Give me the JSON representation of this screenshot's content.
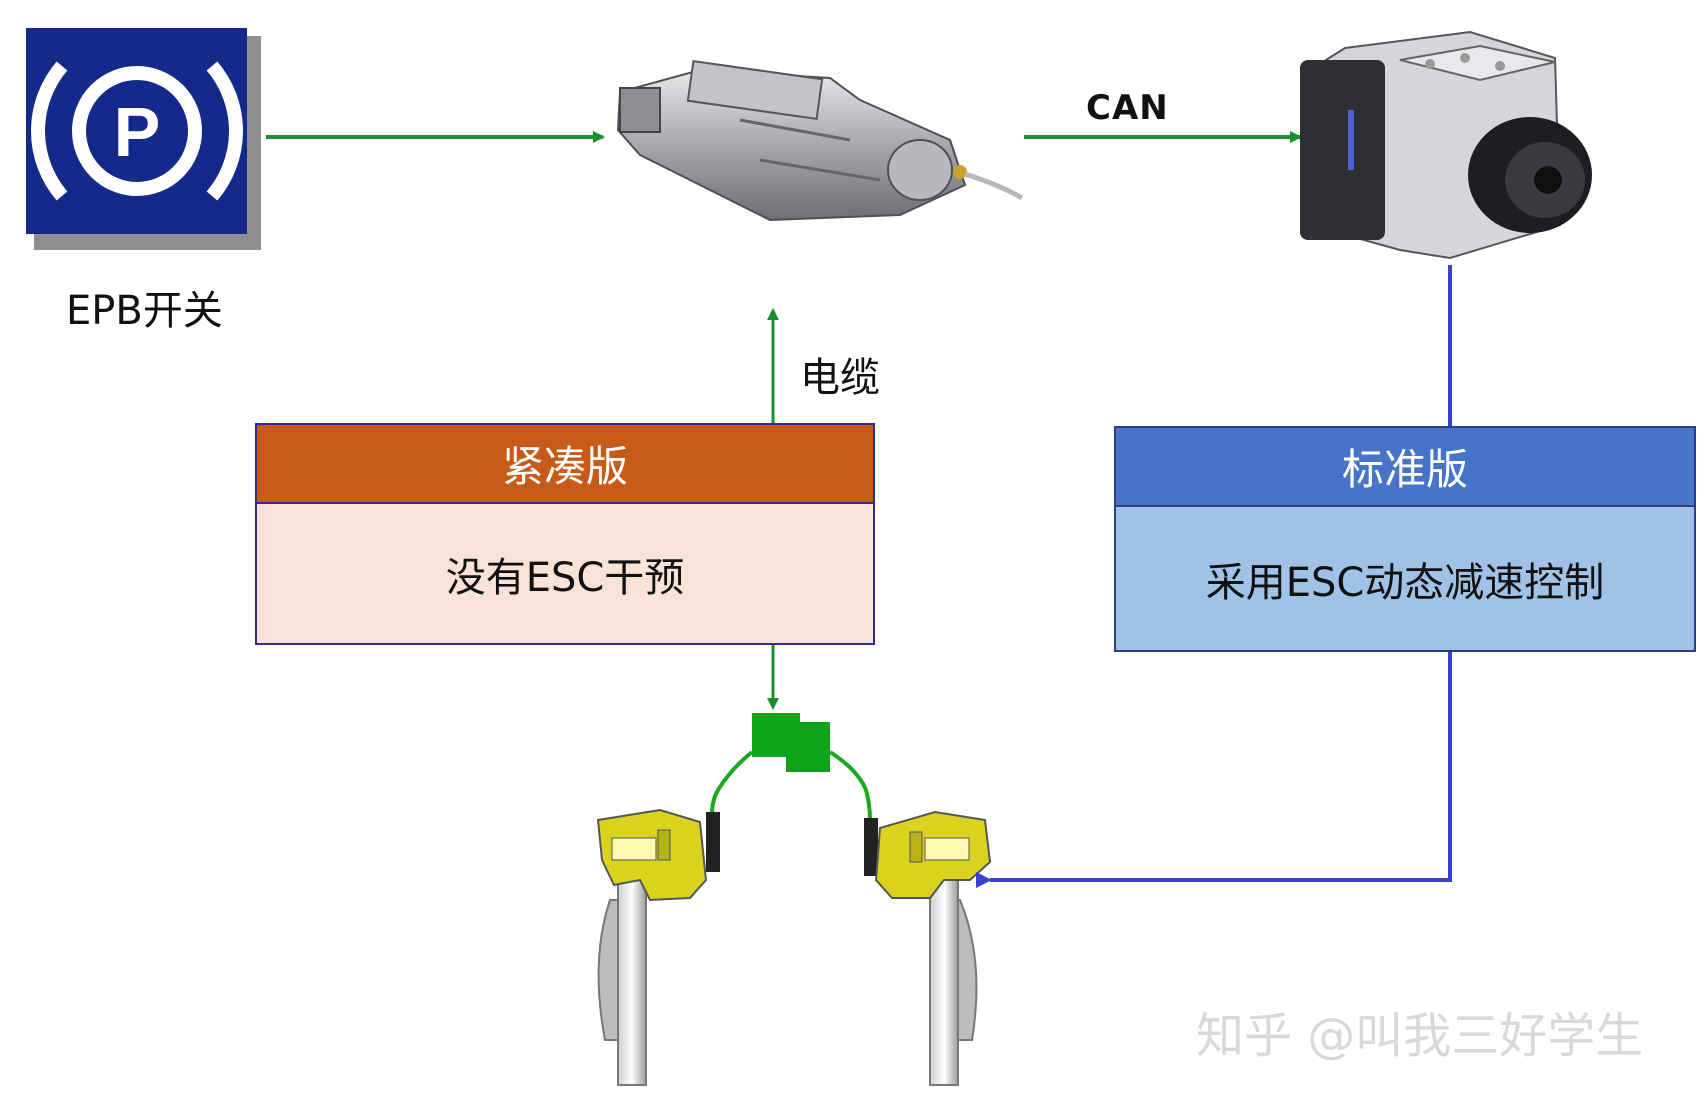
{
  "epb_switch": {
    "label": "EPB开关",
    "symbol_letter": "P",
    "icon": "parking-brake-icon"
  },
  "connections": {
    "can_label": "CAN",
    "cable_label": "电缆"
  },
  "compact_version": {
    "title": "紧凑版",
    "description": "没有ESC干预"
  },
  "standard_version": {
    "title": "标准版",
    "description": "采用ESC动态减速控制"
  },
  "watermark": "知乎 @叫我三好学生",
  "colors": {
    "green_arrow": "#1a8f2e",
    "blue_line": "#3b3fd0",
    "compact_header": "#c65a16",
    "compact_body": "#f9e3d8",
    "standard_header": "#4674c8",
    "standard_body": "#9fc2e6",
    "caliper_yellow": "#d9d21e",
    "epb_icon_blue": "#14298a"
  }
}
